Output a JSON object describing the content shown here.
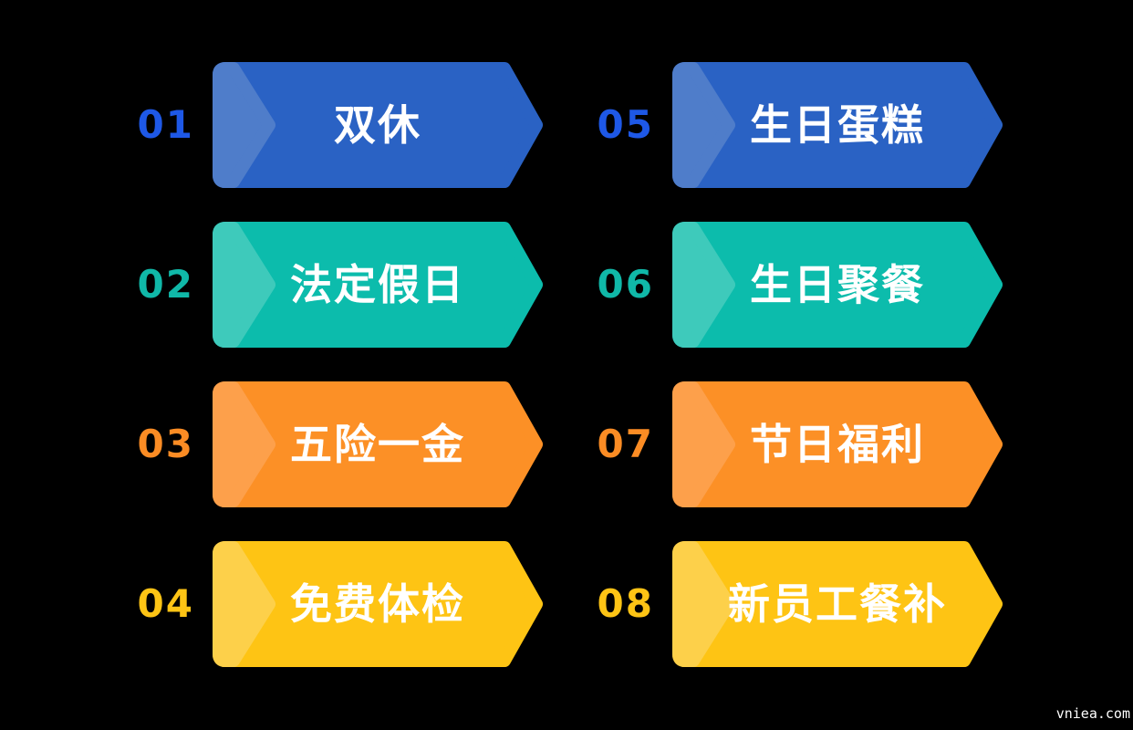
{
  "page": {
    "background_color": "#000000",
    "watermark": "vniea.com"
  },
  "benefits": [
    {
      "number": "01",
      "label": "双休",
      "banner_color": "#2a62c4",
      "chevron_color": "#4f7dca",
      "number_color": "#1e58e6"
    },
    {
      "number": "02",
      "label": "法定假日",
      "banner_color": "#0cbcac",
      "chevron_color": "#3ecabb",
      "number_color": "#10b8a8"
    },
    {
      "number": "03",
      "label": "五险一金",
      "banner_color": "#fc9026",
      "chevron_color": "#fda04b",
      "number_color": "#fb8c24"
    },
    {
      "number": "04",
      "label": "免费体检",
      "banner_color": "#fec414",
      "chevron_color": "#fdd04a",
      "number_color": "#fdc415"
    },
    {
      "number": "05",
      "label": "生日蛋糕",
      "banner_color": "#2a62c4",
      "chevron_color": "#4f7dca",
      "number_color": "#1e58e6"
    },
    {
      "number": "06",
      "label": "生日聚餐",
      "banner_color": "#0cbcac",
      "chevron_color": "#3ecabb",
      "number_color": "#10b8a8"
    },
    {
      "number": "07",
      "label": "节日福利",
      "banner_color": "#fc9026",
      "chevron_color": "#fda04b",
      "number_color": "#fb8c24"
    },
    {
      "number": "08",
      "label": "新员工餐补",
      "banner_color": "#fec414",
      "chevron_color": "#fdd04a",
      "number_color": "#fdc415"
    }
  ]
}
